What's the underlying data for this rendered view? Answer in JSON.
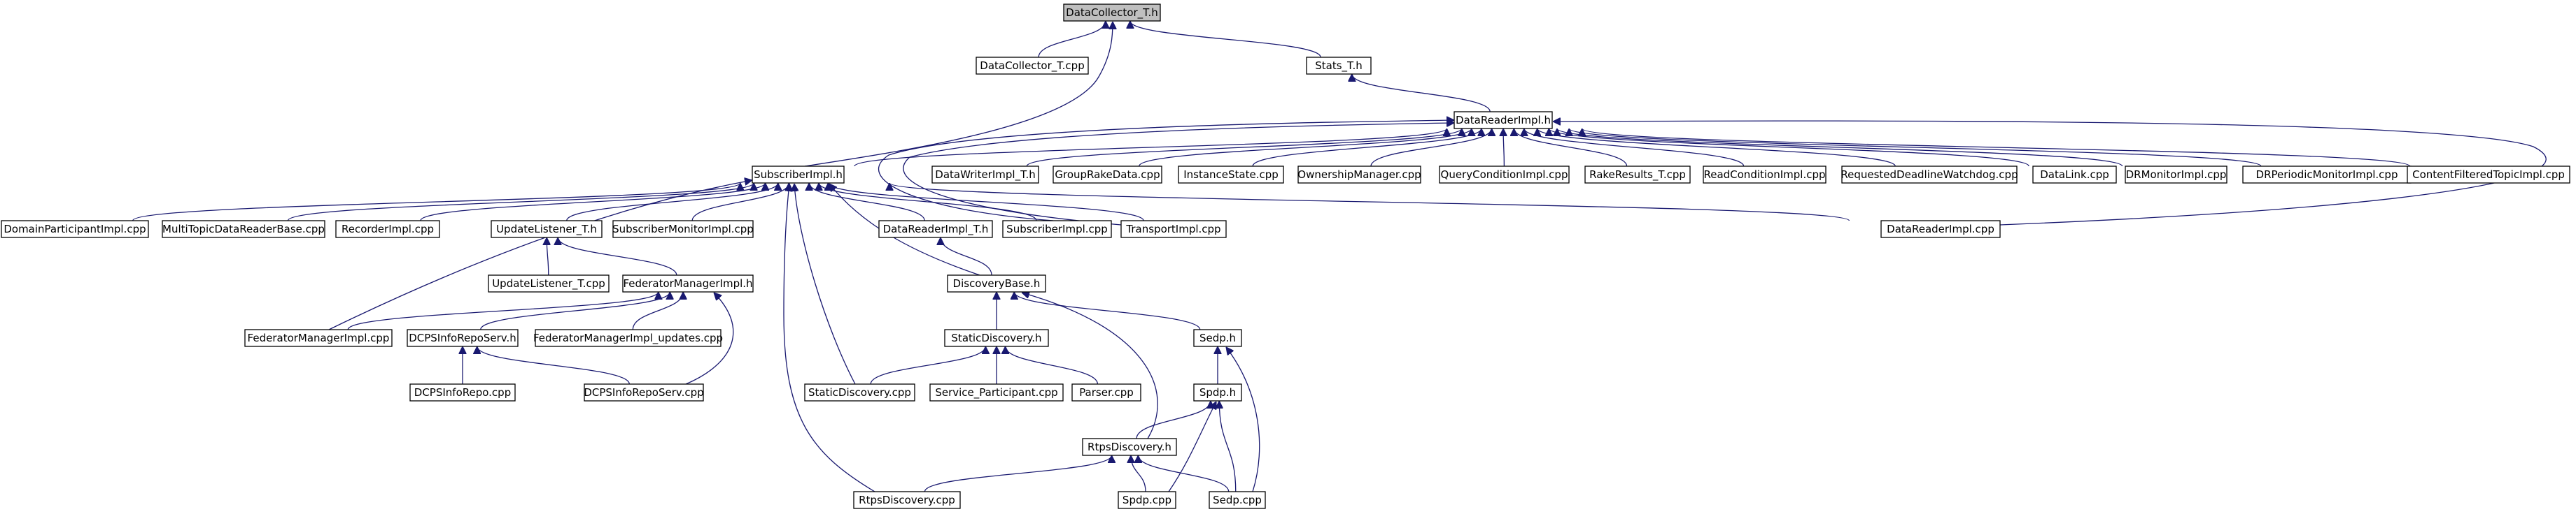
{
  "diagram": {
    "colors": {
      "edge": "#191970",
      "root_fill": "#bfbfbf",
      "node_fill": "#ffffff",
      "node_border": "#000000"
    },
    "nodes": [
      {
        "id": "n0",
        "label": "DataCollector_T.h",
        "root": true
      },
      {
        "id": "n1",
        "label": "DataCollector_T.cpp"
      },
      {
        "id": "n2",
        "label": "Stats_T.h"
      },
      {
        "id": "n3",
        "label": "DataReaderImpl.h"
      },
      {
        "id": "n4",
        "label": "SubscriberImpl.h"
      },
      {
        "id": "n5",
        "label": "DataWriterImpl_T.h"
      },
      {
        "id": "n6",
        "label": "GroupRakeData.cpp"
      },
      {
        "id": "n7",
        "label": "InstanceState.cpp"
      },
      {
        "id": "n8",
        "label": "OwnershipManager.cpp"
      },
      {
        "id": "n9",
        "label": "QueryConditionImpl.cpp"
      },
      {
        "id": "n10",
        "label": "RakeResults_T.cpp"
      },
      {
        "id": "n11",
        "label": "ReadConditionImpl.cpp"
      },
      {
        "id": "n12",
        "label": "RequestedDeadlineWatchdog.cpp"
      },
      {
        "id": "n13",
        "label": "DataLink.cpp"
      },
      {
        "id": "n14",
        "label": "DRMonitorImpl.cpp"
      },
      {
        "id": "n15",
        "label": "DRPeriodicMonitorImpl.cpp"
      },
      {
        "id": "n16",
        "label": "ContentFilteredTopicImpl.cpp"
      },
      {
        "id": "n17",
        "label": "DomainParticipantImpl.cpp"
      },
      {
        "id": "n18",
        "label": "MultiTopicDataReaderBase.cpp"
      },
      {
        "id": "n19",
        "label": "RecorderImpl.cpp"
      },
      {
        "id": "n20",
        "label": "UpdateListener_T.h"
      },
      {
        "id": "n21",
        "label": "SubscriberMonitorImpl.cpp"
      },
      {
        "id": "n22",
        "label": "DataReaderImpl_T.h"
      },
      {
        "id": "n23",
        "label": "SubscriberImpl.cpp"
      },
      {
        "id": "n24",
        "label": "TransportImpl.cpp"
      },
      {
        "id": "n25",
        "label": "DataReaderImpl.cpp"
      },
      {
        "id": "n26",
        "label": "UpdateListener_T.cpp"
      },
      {
        "id": "n27",
        "label": "FederatorManagerImpl.h"
      },
      {
        "id": "n28",
        "label": "DiscoveryBase.h"
      },
      {
        "id": "n29",
        "label": "FederatorManagerImpl.cpp"
      },
      {
        "id": "n30",
        "label": "DCPSInfoRepoServ.h"
      },
      {
        "id": "n31",
        "label": "FederatorManagerImpl_updates.cpp"
      },
      {
        "id": "n32",
        "label": "StaticDiscovery.h"
      },
      {
        "id": "n33",
        "label": "Sedp.h"
      },
      {
        "id": "n34",
        "label": "DCPSInfoRepo.cpp"
      },
      {
        "id": "n35",
        "label": "DCPSInfoRepoServ.cpp"
      },
      {
        "id": "n36",
        "label": "StaticDiscovery.cpp"
      },
      {
        "id": "n37",
        "label": "Service_Participant.cpp"
      },
      {
        "id": "n38",
        "label": "Parser.cpp"
      },
      {
        "id": "n39",
        "label": "Spdp.h"
      },
      {
        "id": "n40",
        "label": "RtpsDiscovery.h"
      },
      {
        "id": "n41",
        "label": "RtpsDiscovery.cpp"
      },
      {
        "id": "n42",
        "label": "Spdp.cpp"
      },
      {
        "id": "n43",
        "label": "Sedp.cpp"
      }
    ],
    "edges": [
      {
        "from": "n1",
        "to": "n0"
      },
      {
        "from": "n2",
        "to": "n0"
      },
      {
        "from": "n4",
        "to": "n0"
      },
      {
        "from": "n3",
        "to": "n2"
      },
      {
        "from": "n4",
        "to": "n3"
      },
      {
        "from": "n5",
        "to": "n3"
      },
      {
        "from": "n6",
        "to": "n3"
      },
      {
        "from": "n7",
        "to": "n3"
      },
      {
        "from": "n8",
        "to": "n3"
      },
      {
        "from": "n9",
        "to": "n3"
      },
      {
        "from": "n10",
        "to": "n3"
      },
      {
        "from": "n11",
        "to": "n3"
      },
      {
        "from": "n12",
        "to": "n3"
      },
      {
        "from": "n13",
        "to": "n3"
      },
      {
        "from": "n14",
        "to": "n3"
      },
      {
        "from": "n15",
        "to": "n3"
      },
      {
        "from": "n16",
        "to": "n3"
      },
      {
        "from": "n23",
        "to": "n3"
      },
      {
        "from": "n24",
        "to": "n3"
      },
      {
        "from": "n25",
        "to": "n3"
      },
      {
        "from": "n17",
        "to": "n4"
      },
      {
        "from": "n18",
        "to": "n4"
      },
      {
        "from": "n19",
        "to": "n4"
      },
      {
        "from": "n20",
        "to": "n4"
      },
      {
        "from": "n21",
        "to": "n4"
      },
      {
        "from": "n22",
        "to": "n4"
      },
      {
        "from": "n23",
        "to": "n4"
      },
      {
        "from": "n24",
        "to": "n4"
      },
      {
        "from": "n25",
        "to": "n4"
      },
      {
        "from": "n28",
        "to": "n4"
      },
      {
        "from": "n29",
        "to": "n4"
      },
      {
        "from": "n36",
        "to": "n4"
      },
      {
        "from": "n41",
        "to": "n4"
      },
      {
        "from": "n26",
        "to": "n20"
      },
      {
        "from": "n27",
        "to": "n20"
      },
      {
        "from": "n28",
        "to": "n22"
      },
      {
        "from": "n29",
        "to": "n27"
      },
      {
        "from": "n30",
        "to": "n27"
      },
      {
        "from": "n31",
        "to": "n27"
      },
      {
        "from": "n35",
        "to": "n27"
      },
      {
        "from": "n34",
        "to": "n30"
      },
      {
        "from": "n35",
        "to": "n30"
      },
      {
        "from": "n32",
        "to": "n28"
      },
      {
        "from": "n33",
        "to": "n28"
      },
      {
        "from": "n40",
        "to": "n28"
      },
      {
        "from": "n36",
        "to": "n32"
      },
      {
        "from": "n37",
        "to": "n32"
      },
      {
        "from": "n38",
        "to": "n32"
      },
      {
        "from": "n39",
        "to": "n33"
      },
      {
        "from": "n43",
        "to": "n33"
      },
      {
        "from": "n40",
        "to": "n39"
      },
      {
        "from": "n42",
        "to": "n39"
      },
      {
        "from": "n43",
        "to": "n39"
      },
      {
        "from": "n41",
        "to": "n40"
      },
      {
        "from": "n42",
        "to": "n40"
      },
      {
        "from": "n43",
        "to": "n40"
      }
    ]
  }
}
